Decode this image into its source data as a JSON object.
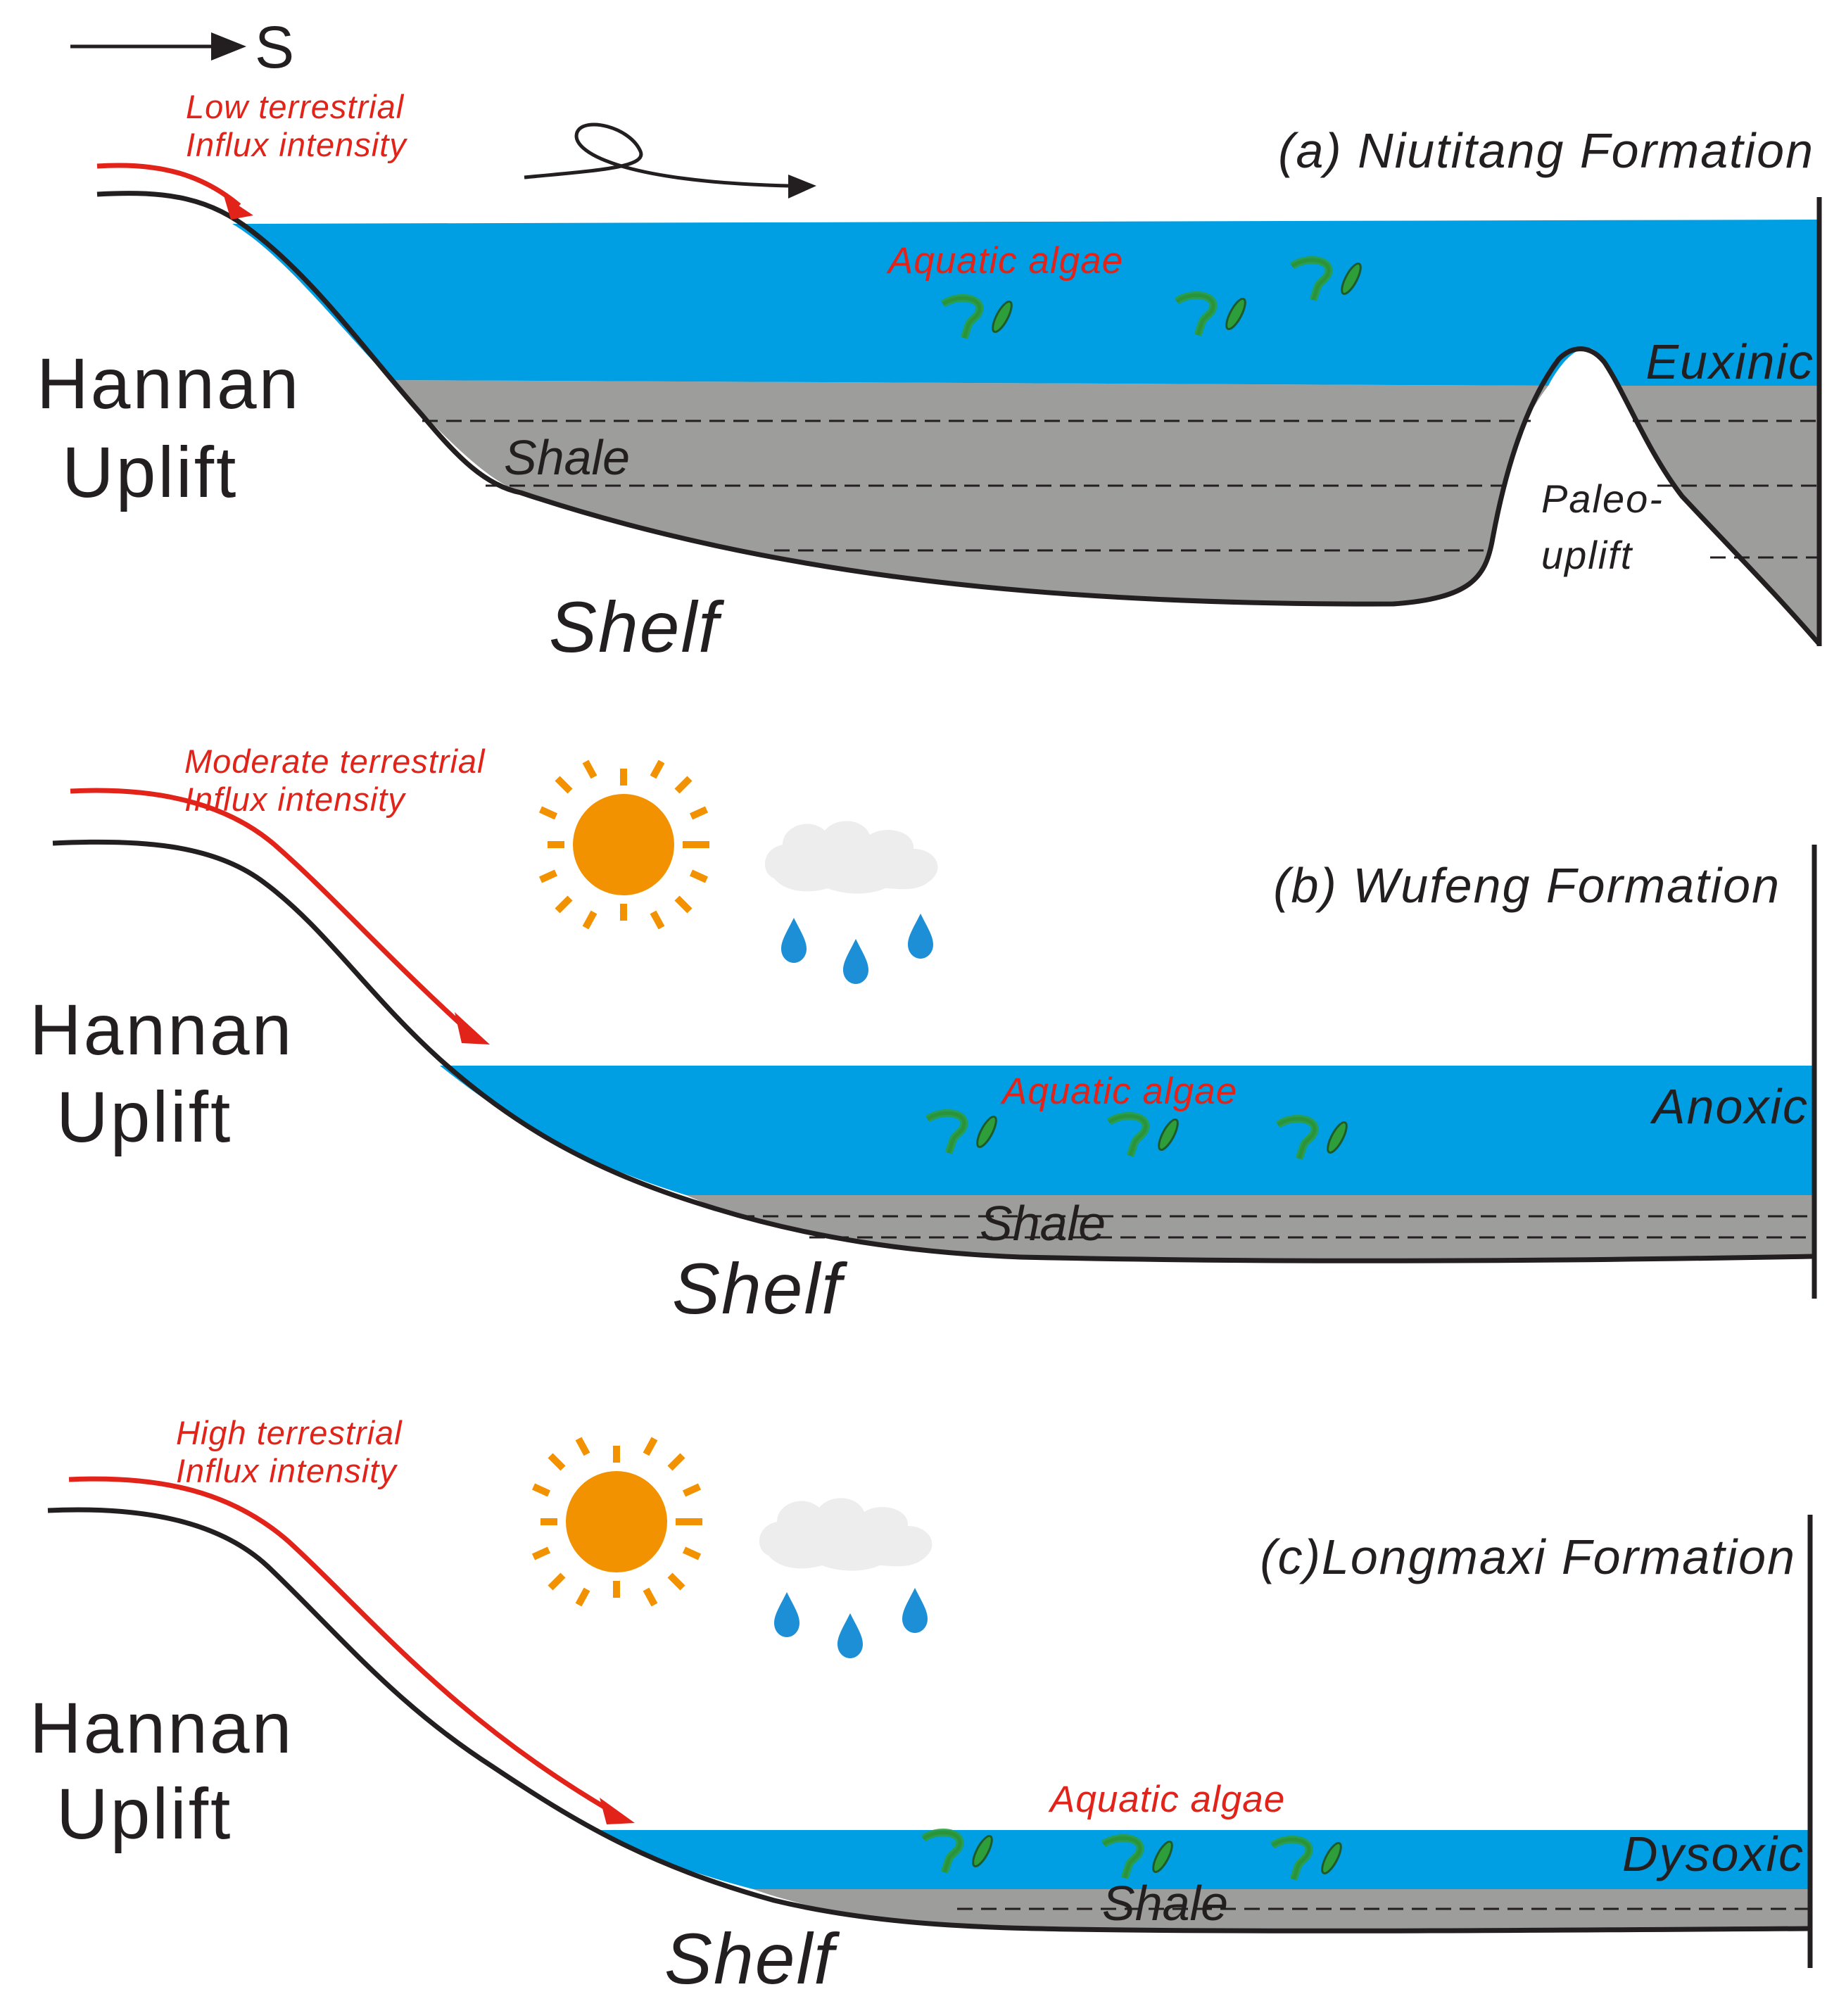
{
  "direction": {
    "label": "S"
  },
  "panels": [
    {
      "id": "a",
      "title": "(a) Niutitang Formation",
      "uplift_line1": "Hannan",
      "uplift_line2": "Uplift",
      "shelf": "Shelf",
      "influx_line1": "Low terrestrial",
      "influx_line2": "Influx intensity",
      "algae": "Aquatic algae",
      "shale": "Shale",
      "redox": "Euxinic",
      "paleo_line1": "Paleo-",
      "paleo_line2": "uplift"
    },
    {
      "id": "b",
      "title": "(b) Wufeng Formation",
      "uplift_line1": "Hannan",
      "uplift_line2": "Uplift",
      "shelf": "Shelf",
      "influx_line1": "Moderate terrestrial",
      "influx_line2": "Influx intensity",
      "algae": "Aquatic algae",
      "shale": "Shale",
      "redox": "Anoxic"
    },
    {
      "id": "c",
      "title": "(c)Longmaxi Formation",
      "uplift_line1": "Hannan",
      "uplift_line2": "Uplift",
      "shelf": "Shelf",
      "influx_line1": "High terrestrial",
      "influx_line2": "Influx intensity",
      "algae": "Aquatic algae",
      "shale": "Shale",
      "redox": "Dysoxic"
    }
  ],
  "colors": {
    "water": "#009fe3",
    "shale": "#9d9d9c",
    "outline": "#231f20",
    "influx_arrow": "#e2231a",
    "sun": "#f39200",
    "cloud": "#ededed",
    "rain": "#1d8fd6",
    "algae": "#2e9e3b"
  },
  "icons": [
    "direction-arrow-icon",
    "wind-current-icon",
    "sun-icon",
    "cloud-icon",
    "raindrop-icon",
    "algae-icon"
  ]
}
